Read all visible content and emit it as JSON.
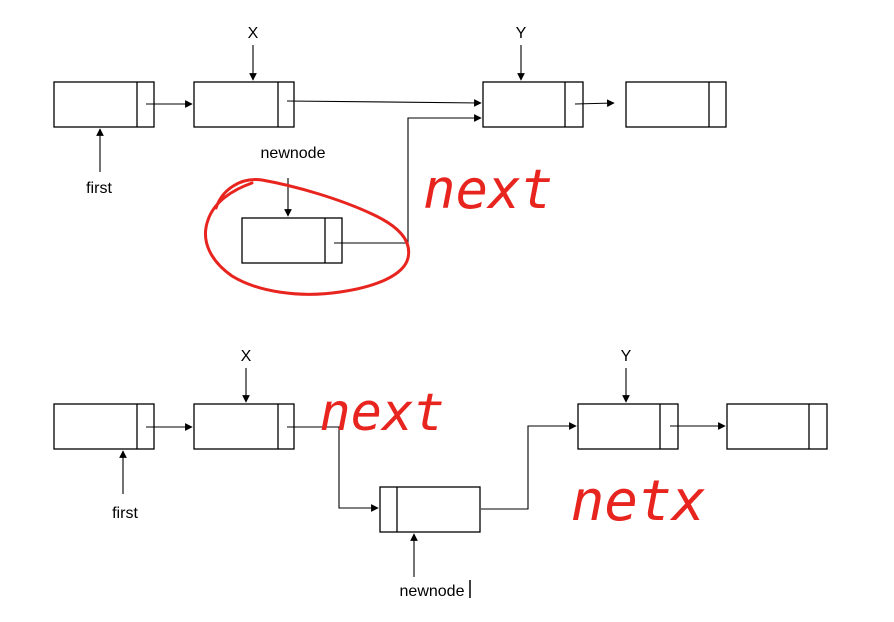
{
  "colors": {
    "line": "#000000",
    "annotation": "#e8241f"
  },
  "top_diagram": {
    "pointer_x": "X",
    "pointer_y": "Y",
    "label_first": "first",
    "label_newnode": "newnode"
  },
  "bottom_diagram": {
    "pointer_x": "X",
    "pointer_y": "Y",
    "label_first": "first",
    "label_newnode": "newnode"
  },
  "annotations": {
    "top_handwriting": "next",
    "bottom_left_handwriting": "next",
    "bottom_right_handwriting": "netx"
  }
}
